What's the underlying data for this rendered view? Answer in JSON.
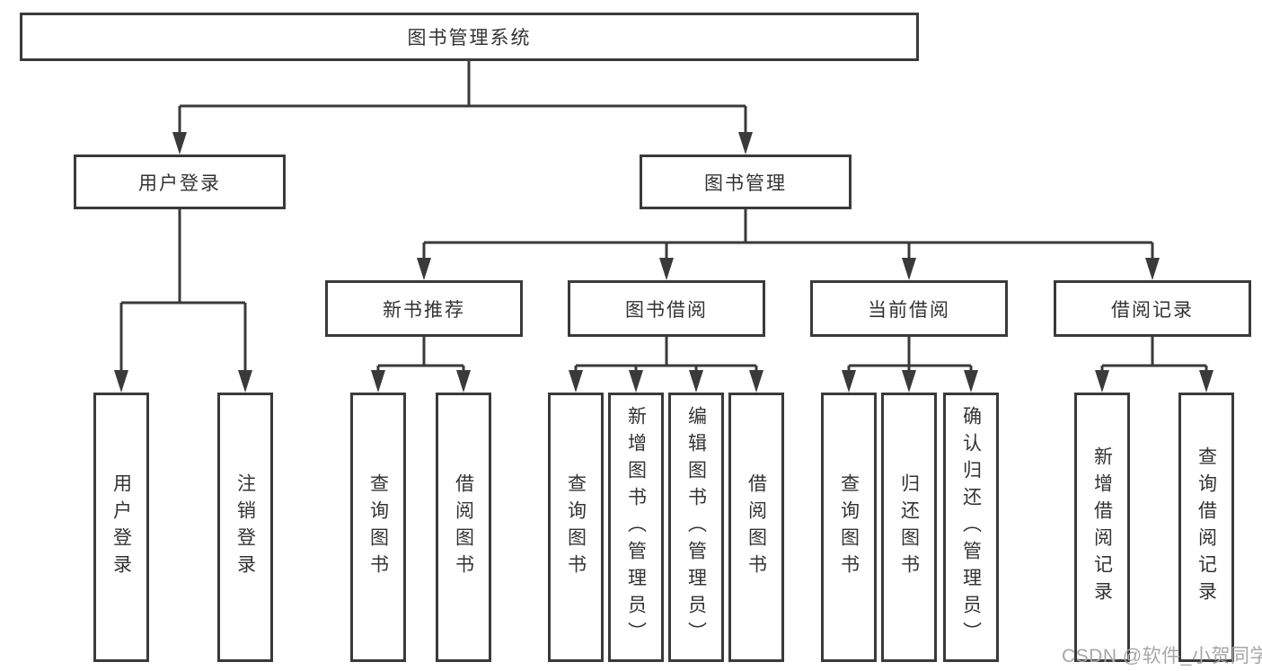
{
  "colors": {
    "line": "#3a3a3a",
    "box_border": "#3a3a3a",
    "text": "#333333",
    "watermark": "#a6a6a6",
    "background": "#ffffff"
  },
  "nodes": {
    "root": {
      "label": "图书管理系统"
    },
    "branches": [
      {
        "label": "用户登录",
        "parent": "图书管理系统"
      },
      {
        "label": "图书管理",
        "parent": "图书管理系统"
      }
    ],
    "categories": [
      {
        "label": "新书推荐",
        "parent": "图书管理"
      },
      {
        "label": "图书借阅",
        "parent": "图书管理"
      },
      {
        "label": "当前借阅",
        "parent": "图书管理"
      },
      {
        "label": "借阅记录",
        "parent": "图书管理"
      }
    ],
    "leaves": [
      {
        "label": "用户登录",
        "parent": "用户登录"
      },
      {
        "label": "注销登录",
        "parent": "用户登录"
      },
      {
        "label": "查询图书",
        "parent": "新书推荐"
      },
      {
        "label": "借阅图书",
        "parent": "新书推荐"
      },
      {
        "label": "查询图书",
        "parent": "图书借阅"
      },
      {
        "label": "新增图书（管理员）",
        "parent": "图书借阅"
      },
      {
        "label": "编辑图书（管理员）",
        "parent": "图书借阅"
      },
      {
        "label": "借阅图书",
        "parent": "图书借阅"
      },
      {
        "label": "查询图书",
        "parent": "当前借阅"
      },
      {
        "label": "归还图书",
        "parent": "当前借阅"
      },
      {
        "label": "确认归还（管理员）",
        "parent": "当前借阅"
      },
      {
        "label": "新增借阅记录",
        "parent": "借阅记录"
      },
      {
        "label": "查询借阅记录",
        "parent": "借阅记录"
      }
    ]
  },
  "watermark": "CSDN @软件_小贺同学"
}
